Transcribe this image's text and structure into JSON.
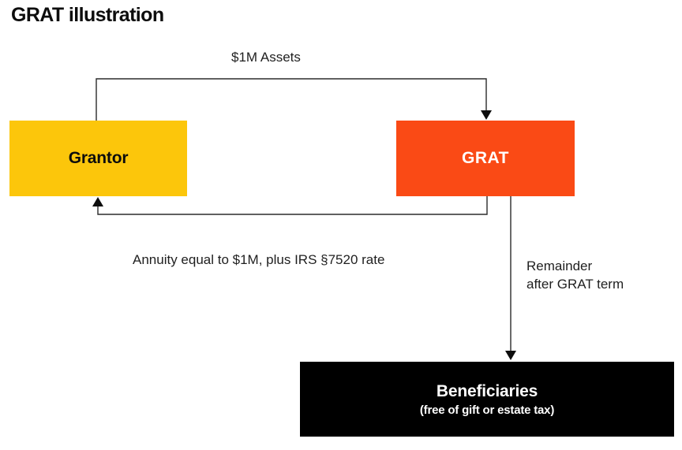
{
  "page": {
    "title": "GRAT illustration"
  },
  "colors": {
    "grantor_bg": "#FCC60B",
    "grat_bg": "#FA4A15",
    "beneficiaries_bg": "#000000",
    "arrow": "#2b2b2b",
    "arrowhead": "#0d0d0d"
  },
  "nodes": {
    "grantor": {
      "label": "Grantor"
    },
    "grat": {
      "label": "GRAT"
    },
    "beneficiaries": {
      "label": "Beneficiaries",
      "sublabel": "(free of gift or estate tax)"
    }
  },
  "edges": {
    "assets": {
      "from": "Grantor",
      "to": "GRAT",
      "label": "$1M Assets"
    },
    "annuity": {
      "from": "GRAT",
      "to": "Grantor",
      "label": "Annuity equal to $1M, plus IRS §7520 rate"
    },
    "remainder": {
      "from": "GRAT",
      "to": "Beneficiaries",
      "label_line1": "Remainder",
      "label_line2": "after GRAT term"
    }
  }
}
